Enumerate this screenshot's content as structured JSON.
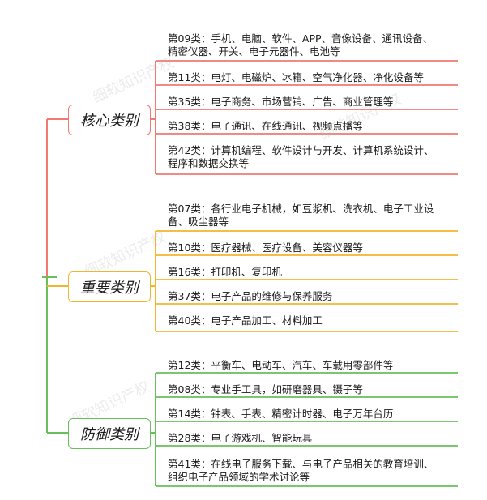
{
  "colors": {
    "core": "#f07a72",
    "important": "#f2b52e",
    "defense": "#67c05a",
    "root": "#67c05a"
  },
  "watermark": "细软知识产权",
  "groups": [
    {
      "key": "core",
      "label": "核心类别",
      "items": [
        "第09类：手机、电脑、软件、APP、音像设备、通讯设备、\n精密仪器、开关、电子元器件、电池等",
        "第11类：电灯、电磁炉、冰箱、空气净化器、净化设备等",
        "第35类：电子商务、市场营销、广告、商业管理等",
        "第38类：电子通讯、在线通讯、视频点播等",
        "第42类：计算机编程、软件设计与开发、计算机系统设计、\n程序和数据交换等"
      ]
    },
    {
      "key": "important",
      "label": "重要类别",
      "items": [
        "第07类：各行业电子机械，如豆浆机、洗衣机、电子工业设\n备、吸尘器等",
        "第10类：医疗器械、医疗设备、美容仪器等",
        "第16类：打印机、复印机",
        "第37类：电子产品的维修与保养服务",
        "第40类：电子产品加工、材料加工"
      ]
    },
    {
      "key": "defense",
      "label": "防御类别",
      "items": [
        "第12类：平衡车、电动车、汽车、车载用零部件等",
        "第08类：专业手工具，如研磨器具、镊子等",
        "第14类：钟表、手表、精密计时器、电子万年台历",
        "第28类：电子游戏机、智能玩具",
        "第41类：在线电子服务下载、与电子产品相关的教育培训、\n组织电子产品领域的学术讨论等"
      ]
    }
  ]
}
